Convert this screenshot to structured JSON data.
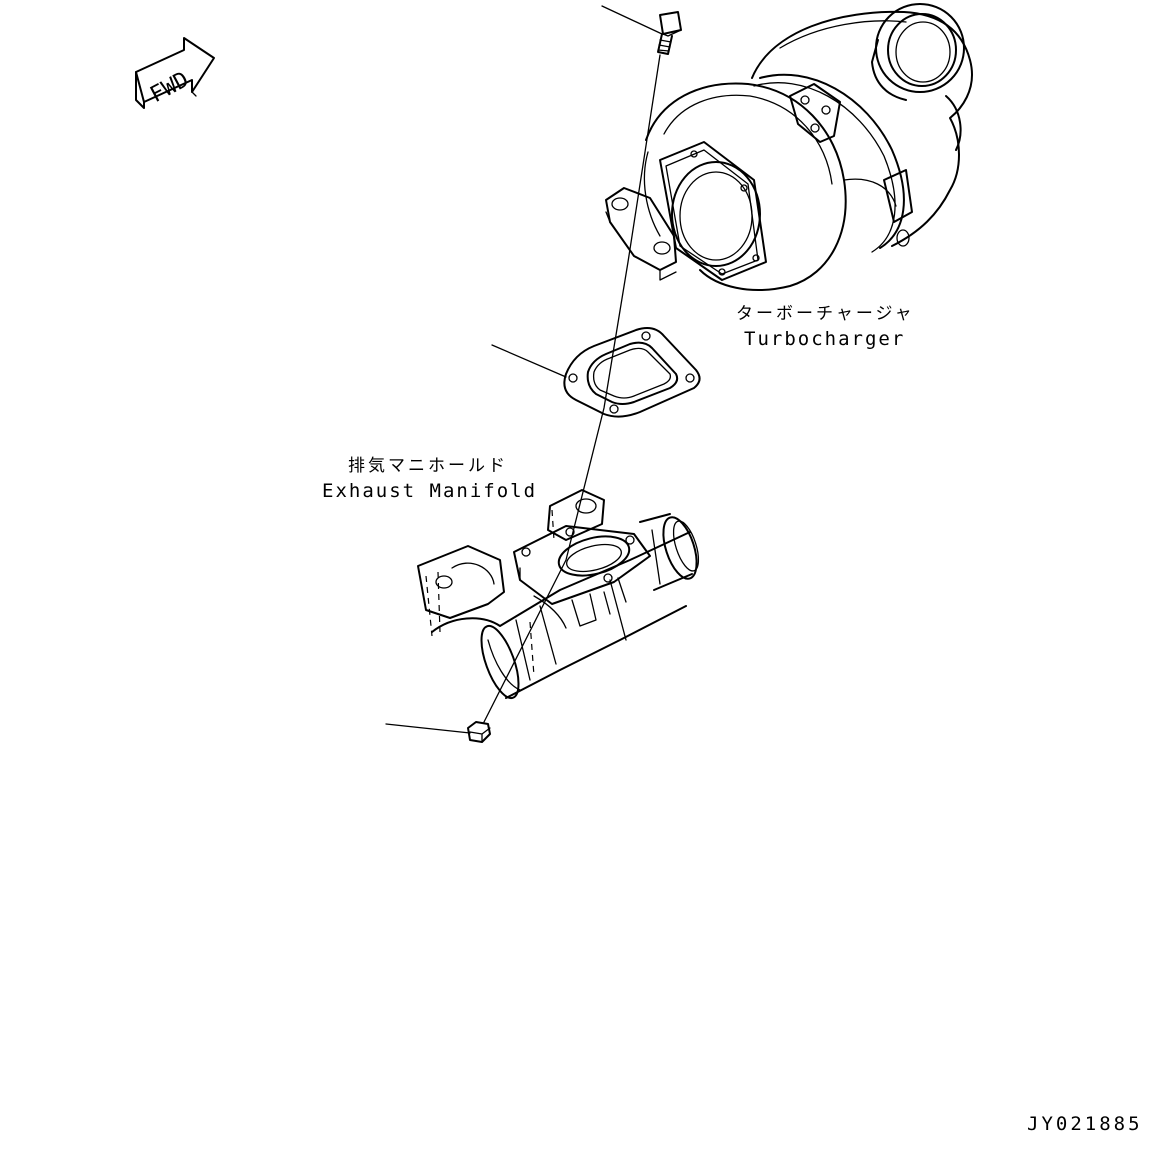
{
  "fwd_arrow": {
    "label": "FWD"
  },
  "labels": {
    "turbocharger_jp": "ターボーチャージャ",
    "turbocharger_en": "Turbocharger",
    "exhaust_manifold_jp": "排気マニホールド",
    "exhaust_manifold_en": "Exhaust Manifold"
  },
  "drawing_code": "JY021885"
}
